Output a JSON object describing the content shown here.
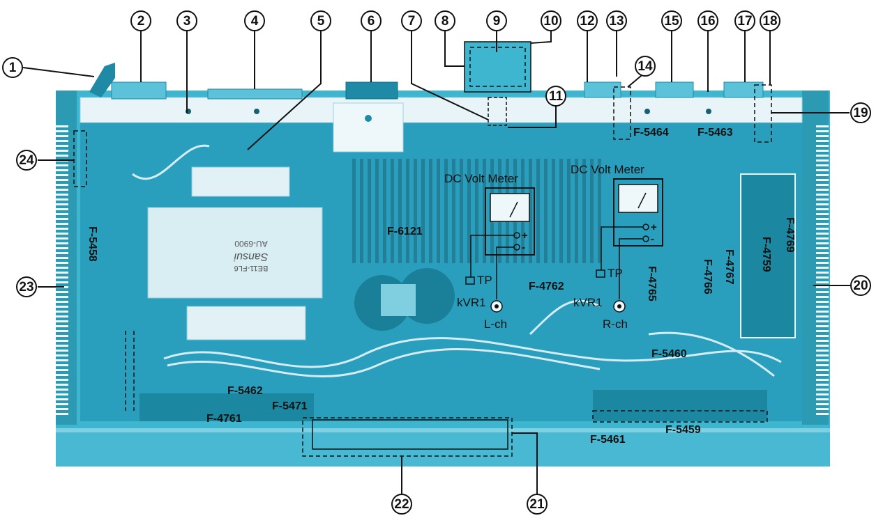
{
  "callouts": [
    "1",
    "2",
    "3",
    "4",
    "5",
    "6",
    "7",
    "8",
    "9",
    "10",
    "11",
    "12",
    "13",
    "14",
    "15",
    "16",
    "17",
    "18",
    "19",
    "20",
    "21",
    "22",
    "23",
    "24"
  ],
  "boards": {
    "f6121": "F-6121",
    "f4762": "F-4762",
    "f4765": "F-4765",
    "f4766": "F-4766",
    "f4767": "F-4767",
    "f4759": "F-4759",
    "f4769": "F-4769",
    "f5458": "F-5458",
    "f5460": "F-5460",
    "f5462": "F-5462",
    "f5471": "F-5471",
    "f4761": "F-4761",
    "f5461": "F-5461",
    "f5459": "F-5459",
    "f5464": "F-5464",
    "f5463": "F-5463"
  },
  "meters": {
    "left_title": "DC Volt Meter",
    "right_title": "DC Volt Meter",
    "tp": "TP",
    "vr_left": "kVR1",
    "vr_right": "kVR1",
    "ch_left": "L-ch",
    "ch_right": "R-ch",
    "plus": "+",
    "minus": "-"
  },
  "transformer": {
    "brand": "Sansui",
    "model": "AU-6900",
    "code": "BE11-FL6"
  },
  "colors": {
    "chassis": "#3fb6cf",
    "chassis_dark": "#1f8aa6",
    "pcb": "#2a9fbd",
    "front_panel": "#49b9d3",
    "transformer": "#d9eef3",
    "rail": "#e8f4f7"
  }
}
